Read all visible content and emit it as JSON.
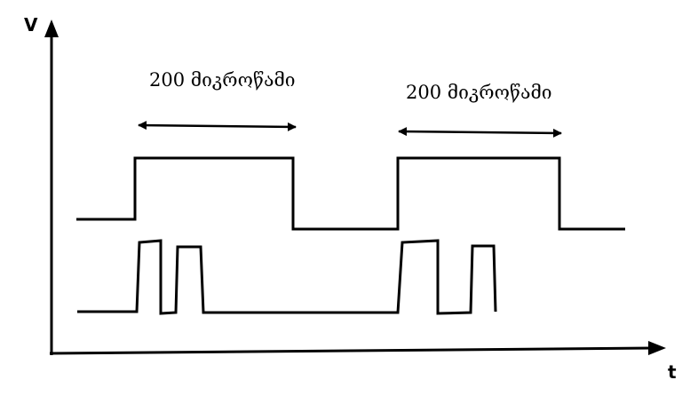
{
  "axes": {
    "y_label": "V",
    "x_label": "t"
  },
  "durations": [
    {
      "text": "200 მიკროწამი"
    },
    {
      "text": "200 მიკროწამი"
    }
  ],
  "colors": {
    "ink": "#000000",
    "background": "#ffffff"
  }
}
